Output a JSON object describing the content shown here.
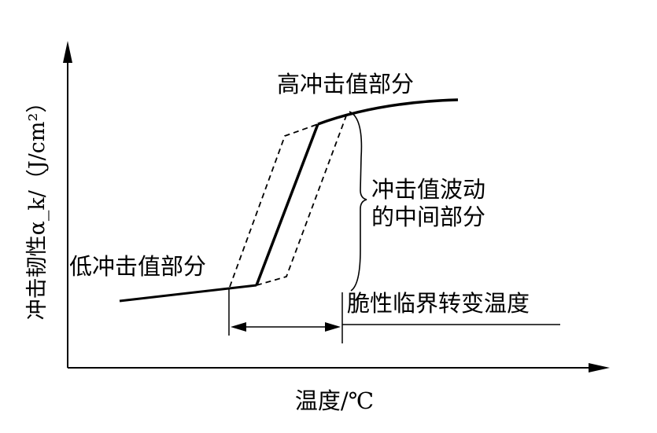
{
  "axes": {
    "y_label": "冲击韧性α_k/（J/cm²）",
    "x_label": "温度/℃"
  },
  "labels": {
    "high": "高冲击值部分",
    "middle_line1": "冲击值波动",
    "middle_line2": "的中间部分",
    "low": "低冲击值部分",
    "transition": "脆性临界转变温度"
  }
}
